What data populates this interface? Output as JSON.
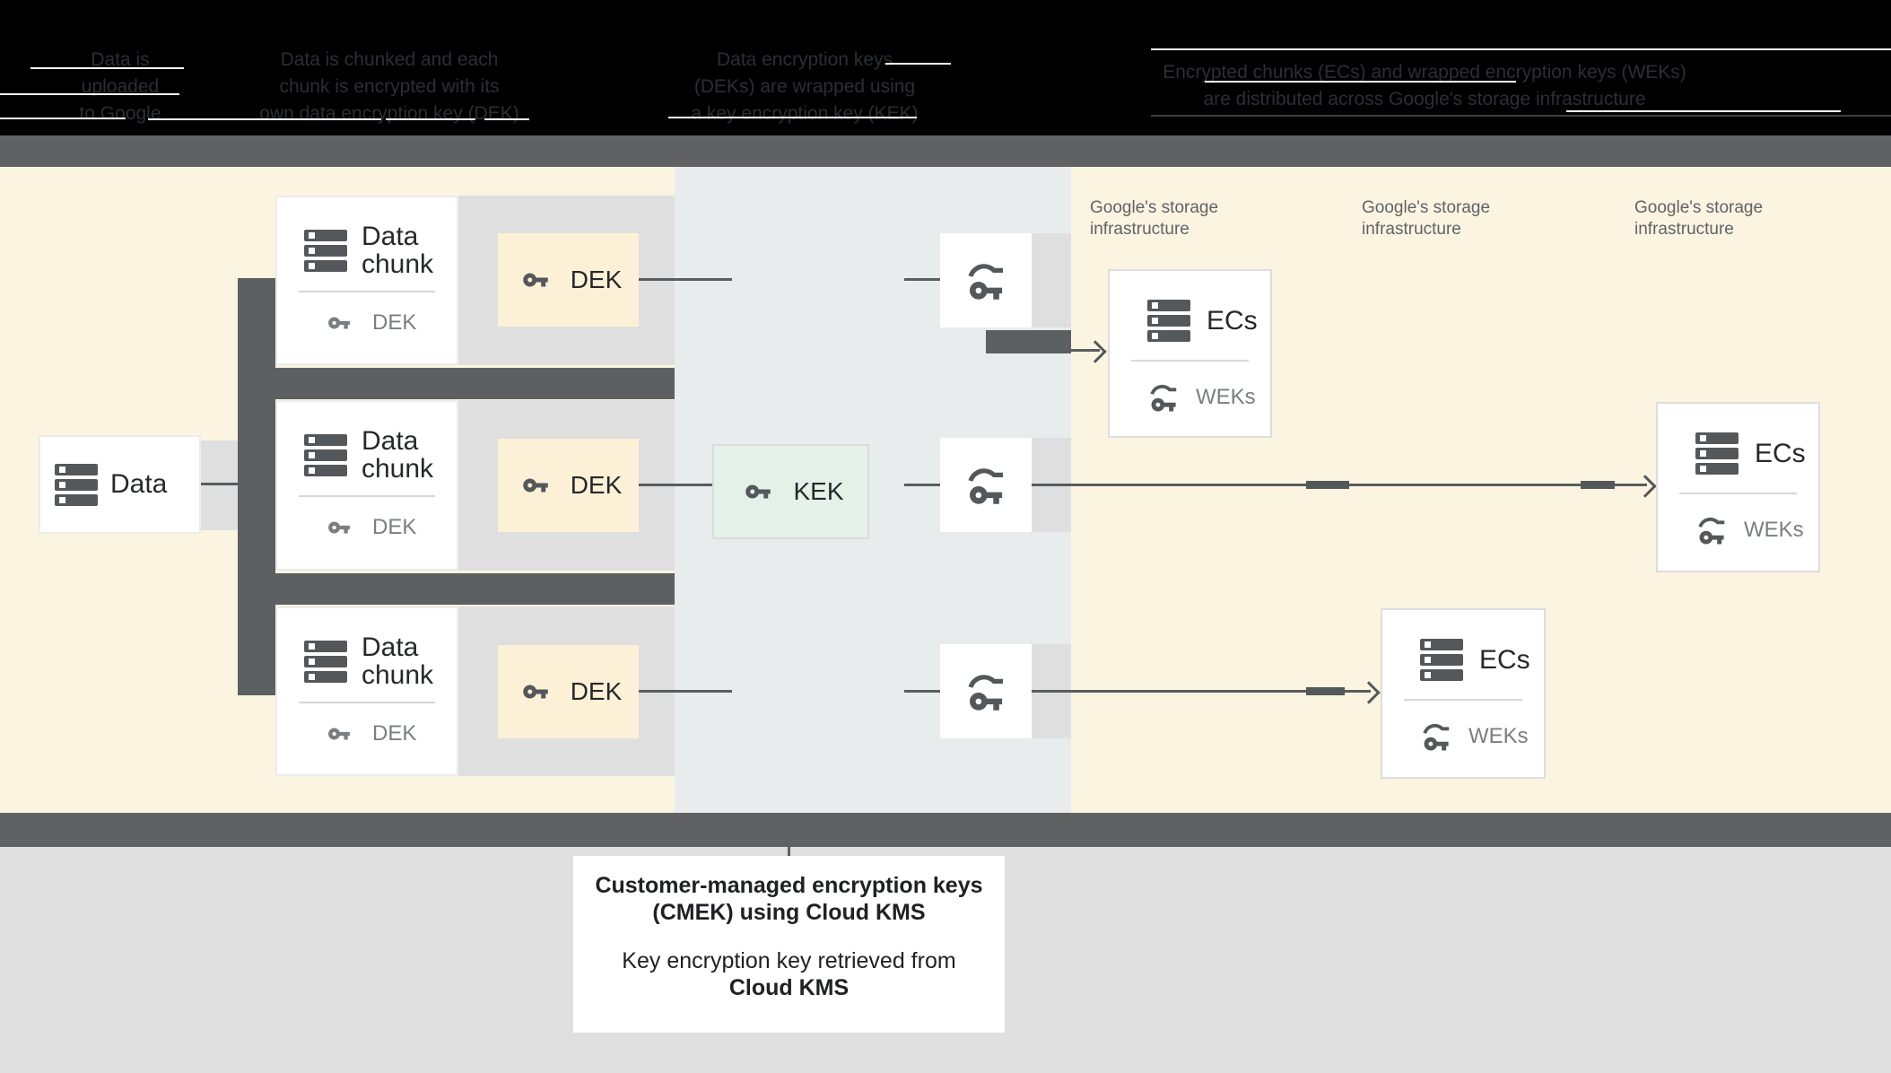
{
  "header": {
    "columns": [
      {
        "lines": [
          "Data is",
          "uploaded",
          "to Google"
        ]
      },
      {
        "lines": [
          "Data is chunked and each",
          "chunk is encrypted with its",
          "own data encryption key (DEK)"
        ]
      },
      {
        "lines": [
          "Data encryption keys",
          "(DEKs) are wrapped using",
          "a key encryption key (KEK)"
        ]
      },
      {
        "lines": [
          "Encrypted chunks (ECs) and wrapped encryption keys (WEKs)",
          "are distributed across Google's storage infrastructure"
        ]
      }
    ]
  },
  "diagram": {
    "data_box": {
      "label": "Data"
    },
    "chunks": [
      {
        "title": "Data chunk",
        "key_label": "DEK"
      },
      {
        "title": "Data chunk",
        "key_label": "DEK"
      },
      {
        "title": "Data chunk",
        "key_label": "DEK"
      }
    ],
    "dek_boxes": [
      {
        "label": "DEK"
      },
      {
        "label": "DEK"
      },
      {
        "label": "DEK"
      }
    ],
    "kek_box": {
      "label": "KEK"
    },
    "storage_labels": [
      {
        "line1": "Google's storage",
        "line2": "infrastructure"
      },
      {
        "line1": "Google's storage",
        "line2": "infrastructure"
      },
      {
        "line1": "Google's storage",
        "line2": "infrastructure"
      }
    ],
    "ecs_boxes": [
      {
        "title": "ECs",
        "key_label": "WEKs"
      },
      {
        "title": "ECs",
        "key_label": "WEKs"
      },
      {
        "title": "ECs",
        "key_label": "WEKs"
      }
    ]
  },
  "caption": {
    "line1": "Customer-managed encryption keys",
    "line2": "(CMEK) using Cloud KMS",
    "line3": "Key encryption key retrieved from",
    "line4": "Cloud KMS"
  },
  "colors": {
    "header_bg": "#000000",
    "header_text": "#2b2f33",
    "band_gray": "#606163",
    "zone_cream": "#fbf4e0",
    "zone_blue_gray": "#e8eced",
    "dek_cream": "#fcf1d7",
    "kek_green": "#e4f1e9",
    "dark_connector": "#5c6062",
    "light_connector": "#dfdfdf",
    "icon_gray": "#54585b",
    "muted_text": "#7b7e80",
    "label_gray": "#5f6368",
    "bottom_bg": "#dfdfdf"
  }
}
